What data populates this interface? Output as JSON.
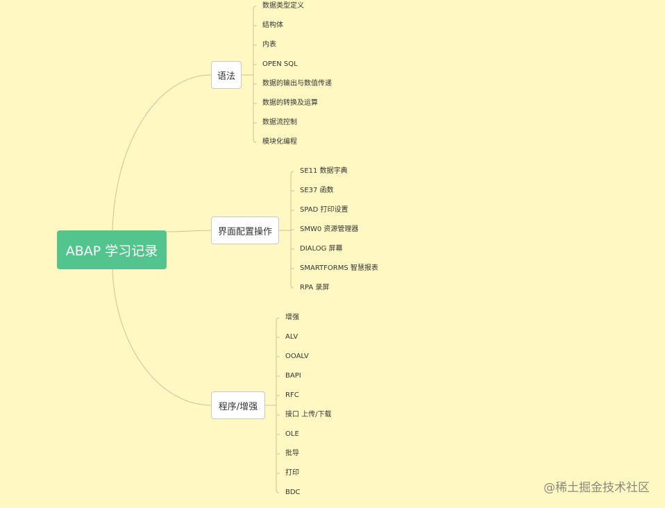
{
  "root": {
    "label": "ABAP 学习记录"
  },
  "branches": [
    {
      "label": "语法",
      "children": [
        "数据类型定义",
        "结构体",
        "内表",
        "OPEN SQL",
        "数据的输出与数值传递",
        "数据的转换及运算",
        "数据流控制",
        "模块化编程"
      ]
    },
    {
      "label": "界面配置操作",
      "children": [
        "SE11 数据字典",
        "SE37 函数",
        "SPAD 打印设置",
        "SMW0 资源管理器",
        "DIALOG 屏幕",
        "SMARTFORMS 智慧报表",
        "RPA 录屏"
      ]
    },
    {
      "label": "程序/增强",
      "children": [
        "增强",
        "ALV",
        "OOALV",
        "BAPI",
        "RFC",
        "接口 上传/下载",
        "OLE",
        "批导",
        "打印",
        "BDC"
      ]
    }
  ],
  "watermark": "@稀土掘金技术社区",
  "colors": {
    "background": "#fff8c2",
    "root": "#53c48d",
    "line": "#c8c39a"
  }
}
